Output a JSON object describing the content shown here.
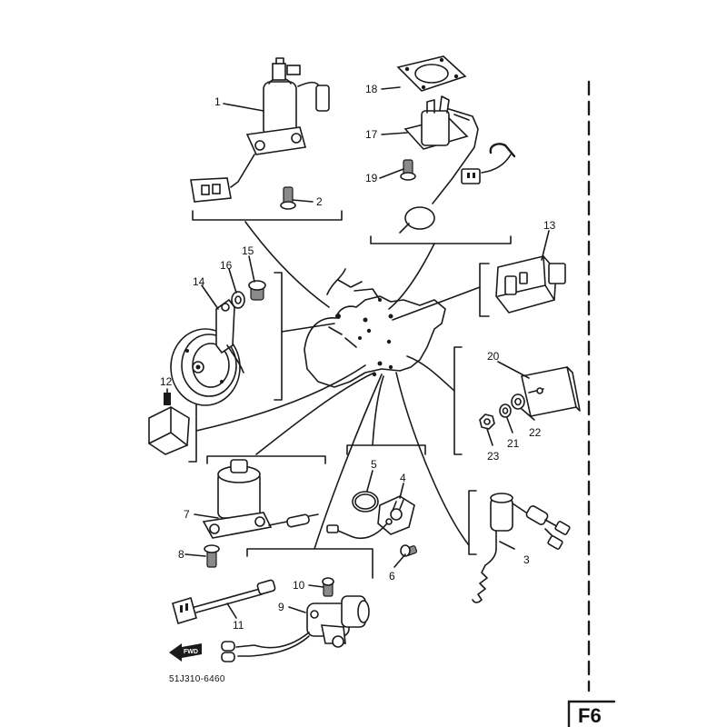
{
  "figure": {
    "code": "51J310-6460",
    "page_fragment": "F6",
    "fwd_arrow_text": "FWD"
  },
  "callouts": [
    "1",
    "2",
    "3",
    "4",
    "5",
    "6",
    "7",
    "8",
    "9",
    "10",
    "11",
    "12",
    "13",
    "14",
    "15",
    "16",
    "17",
    "18",
    "19",
    "20",
    "21",
    "22",
    "23"
  ]
}
